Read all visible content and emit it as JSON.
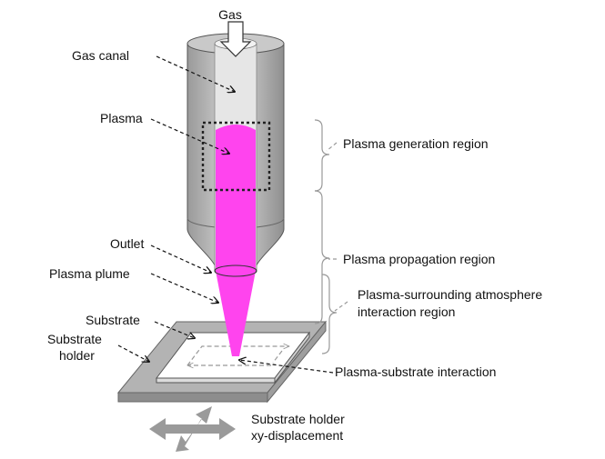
{
  "labels": {
    "gas": "Gas",
    "gas_canal": "Gas canal",
    "plasma": "Plasma",
    "outlet": "Outlet",
    "plasma_plume": "Plasma  plume",
    "substrate": "Substrate",
    "substrate_holder_line1": "Substrate",
    "substrate_holder_line2": "holder",
    "generation_region": "Plasma generation region",
    "propagation_region": "Plasma propagation region",
    "atmosphere_line1": "Plasma-surrounding atmosphere",
    "atmosphere_line2": "interaction region",
    "substrate_interaction": "Plasma-substrate interaction",
    "xy_line1": "Substrate holder",
    "xy_line2": "xy-displacement"
  },
  "colors": {
    "plasma": "#ff44ee",
    "tube_body": "#b5b5b5",
    "canal": "#e6e6e6",
    "holder": "#b3b3b3",
    "substrate": "#ffffff",
    "arrow_gray": "#9a9a9a"
  }
}
